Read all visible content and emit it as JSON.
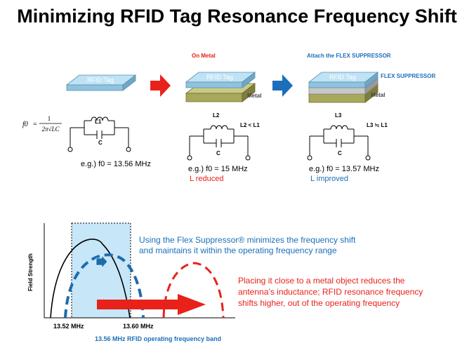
{
  "slide": {
    "title": "Minimizing RFID Tag Resonance Frequency Shift"
  },
  "panels": {
    "tag_label": "RFID Tag",
    "on_metal": "On Metal",
    "attach": "Attach the FLEX SUPPRESSOR",
    "flex_label": "FLEX SUPPRESSOR",
    "metal_label": "Metal"
  },
  "colors": {
    "tag_top": "#bfe3f5",
    "tag_side": "#6fa8c7",
    "metal_top": "#c9c98a",
    "metal_side": "#7e7e3c",
    "flex_top": "#e3e3e3",
    "flex_side": "#9a9a9a",
    "accent_red": "#e8211b",
    "accent_blue": "#1b6fba",
    "band_fill": "#c7e6f8",
    "curve_blue": "#1c6cae"
  },
  "circuits": {
    "c1": {
      "inductor": "L1",
      "capacitor": "C",
      "example": "e.g.) f0 = 13.56 MHz"
    },
    "c2": {
      "inductor": "L2",
      "relation": "L2 < L1",
      "capacitor": "C",
      "example": "e.g.) f0 = 15 MHz",
      "note": "L reduced"
    },
    "c3": {
      "inductor": "L3",
      "relation": "L3 ≒ L1",
      "capacitor": "C",
      "example": "e.g.) f0 = 13.57 MHz",
      "note": "L improved"
    }
  },
  "formula": {
    "lhs": "f0",
    "numerator": "1",
    "denominator": "2π√LC"
  },
  "graph": {
    "ylabel": "Field Strength",
    "x_left": "13.52 MHz",
    "x_right": "13.60 MHz",
    "band_caption": "13.56 MHz RFID  operating frequency band",
    "flex_text": [
      "Using the Flex Suppressor® minimizes  the frequency shift",
      "and maintains it within the operating frequency range"
    ],
    "metal_text": [
      "Placing it close to a metal object reduces the",
      "antenna’s inductance; RFID resonance frequency",
      "shifts higher, out of the operating frequency"
    ]
  }
}
